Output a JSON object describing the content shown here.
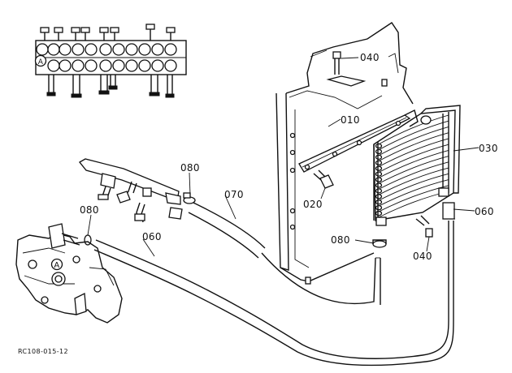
{
  "diagram": {
    "callouts": {
      "p010": "010",
      "p020": "020",
      "p030": "030",
      "p040_top": "040",
      "p040_bottom": "040",
      "p060_left": "060",
      "p060_right": "060",
      "p070": "070",
      "p080_top": "080",
      "p080_left": "080",
      "p080_right": "080"
    },
    "detail_marker": "A",
    "detail_marker_inset": "A",
    "reference_code": "RC108-015-12"
  }
}
